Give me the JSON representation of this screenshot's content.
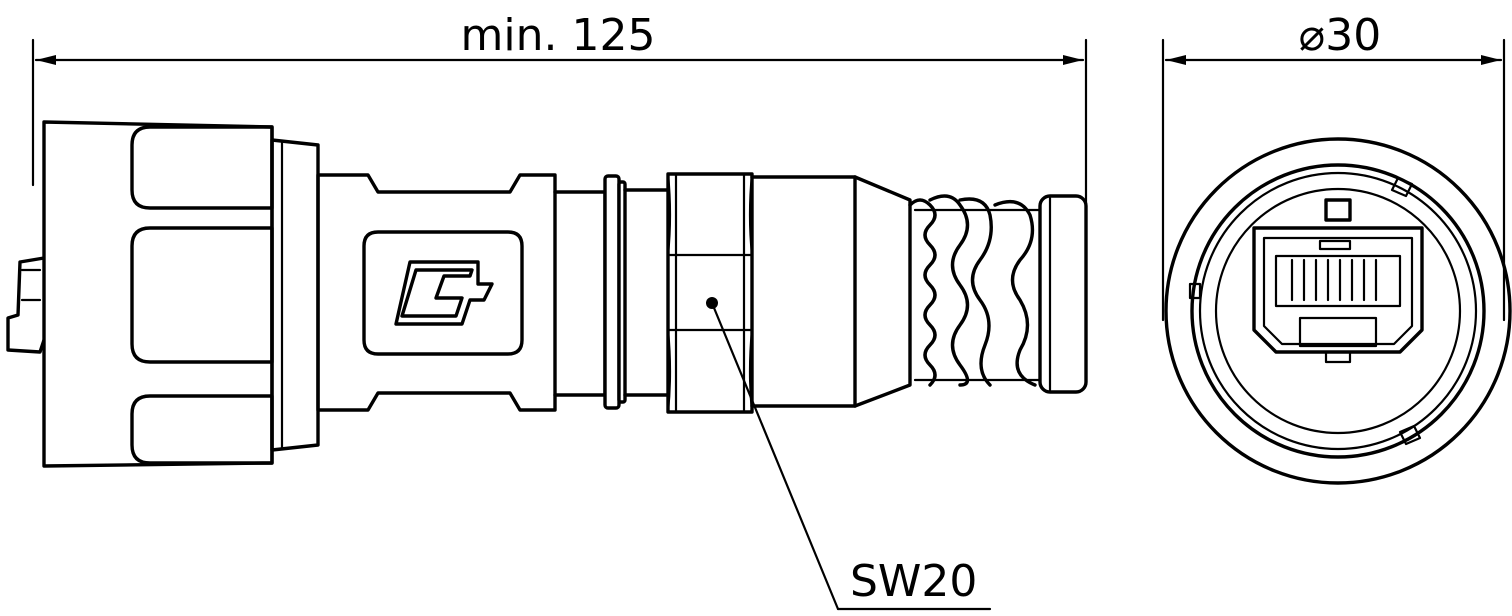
{
  "dimensions": {
    "length_label": "min. 125",
    "diameter_symbol": "⌀",
    "diameter_value": "30",
    "wrench_label": "SW20"
  },
  "colors": {
    "line": "#000000",
    "background": "#ffffff"
  }
}
